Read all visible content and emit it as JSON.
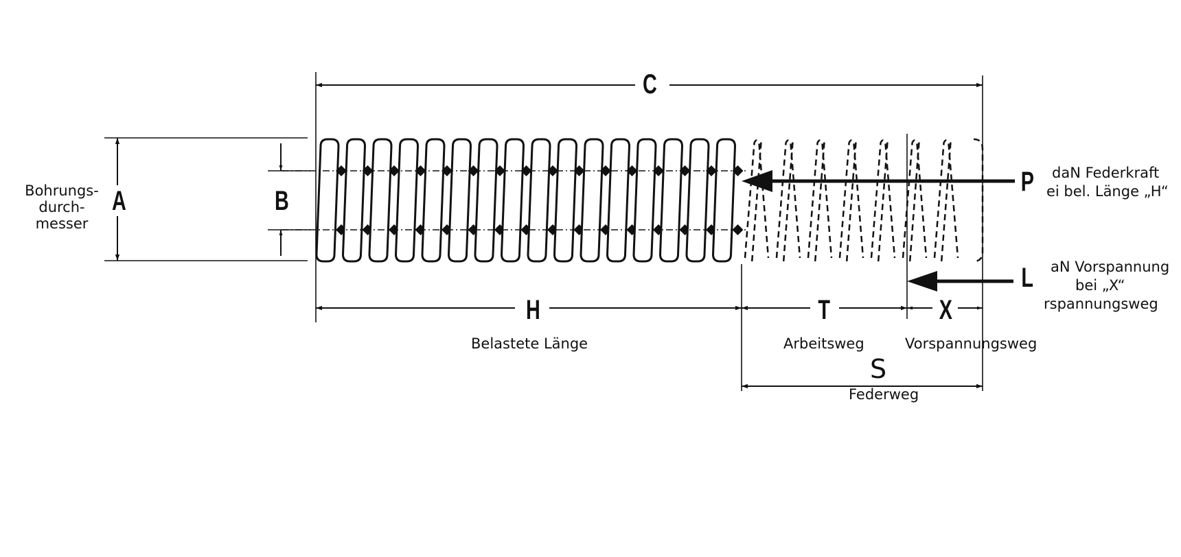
{
  "dimensions": {
    "A": "A",
    "B": "B",
    "C": "C",
    "H": "H",
    "T": "T",
    "X": "X",
    "S": "S",
    "P": "P",
    "L": "L"
  },
  "labels": {
    "bore_line1": "Bohrungs-",
    "bore_line2": "durch-",
    "bore_line3": "messer",
    "loaded_length": "Belastete Länge",
    "working_travel": "Arbeitsweg",
    "preload_travel": "Vorspannungsweg",
    "spring_travel": "Federweg",
    "force_line1": "daN Federkraft",
    "force_line2": "ei bel. Länge „H“",
    "preload_line1": "aN Vorspannung",
    "preload_line2": "bei „X“",
    "preload_line3": "rspannungsweg"
  },
  "colors": {
    "ink": "#111111",
    "background": "#ffffff"
  }
}
